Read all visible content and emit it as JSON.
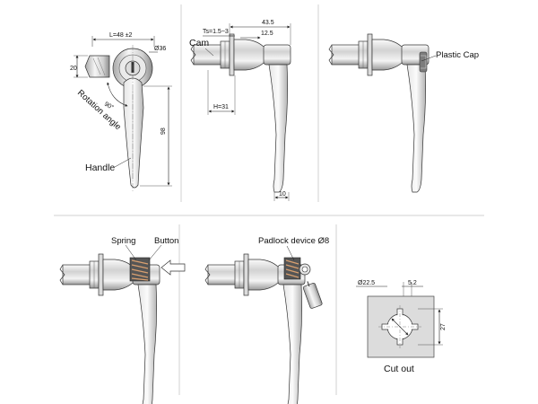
{
  "view1": {
    "dim_l": "L=48 ±2",
    "dim_d36": "Ø36",
    "dim_20": "20",
    "dim_90": "90°",
    "rotation_angle": "Rotation angle",
    "dim_98": "98",
    "handle": "Handle"
  },
  "view2": {
    "dim_43_5": "43.5",
    "dim_ts": "Ts=1.5~3",
    "dim_12_5": "12.5",
    "cam": "Cam",
    "dim_h": "H=31",
    "dim_10": "10"
  },
  "view3": {
    "plastic_cap": "Plastic Cap"
  },
  "view4": {
    "spring": "Spring",
    "button": "Button"
  },
  "view5": {
    "padlock": "Padlock device Ø8"
  },
  "view6": {
    "dim_22_5": "Ø22.5",
    "dim_5_2": "5.2",
    "dim_27": "27",
    "cut_out": "Cut out"
  },
  "colors": {
    "metal_light": "#f2f2f2",
    "metal_mid": "#c8c8c8",
    "metal_dark": "#8a8a8a",
    "line": "#333333",
    "plate": "#dcdcdc"
  }
}
